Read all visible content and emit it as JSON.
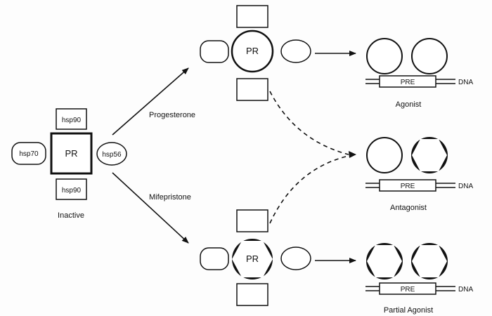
{
  "inactive_complex": {
    "center": "PR",
    "top": "hsp90",
    "bottom": "hsp90",
    "left": "hsp70",
    "right": "hsp56",
    "caption": "Inactive"
  },
  "ligands": {
    "upper": "Progesterone",
    "lower": "Mifepristone"
  },
  "activated_receptor": {
    "label": "PR"
  },
  "outcomes": [
    {
      "element": "PRE",
      "dna": "DNA",
      "caption": "Agonist"
    },
    {
      "element": "PRE",
      "dna": "DNA",
      "caption": "Antagonist"
    },
    {
      "element": "PRE",
      "dna": "DNA",
      "caption": "Partial Agonist"
    }
  ]
}
